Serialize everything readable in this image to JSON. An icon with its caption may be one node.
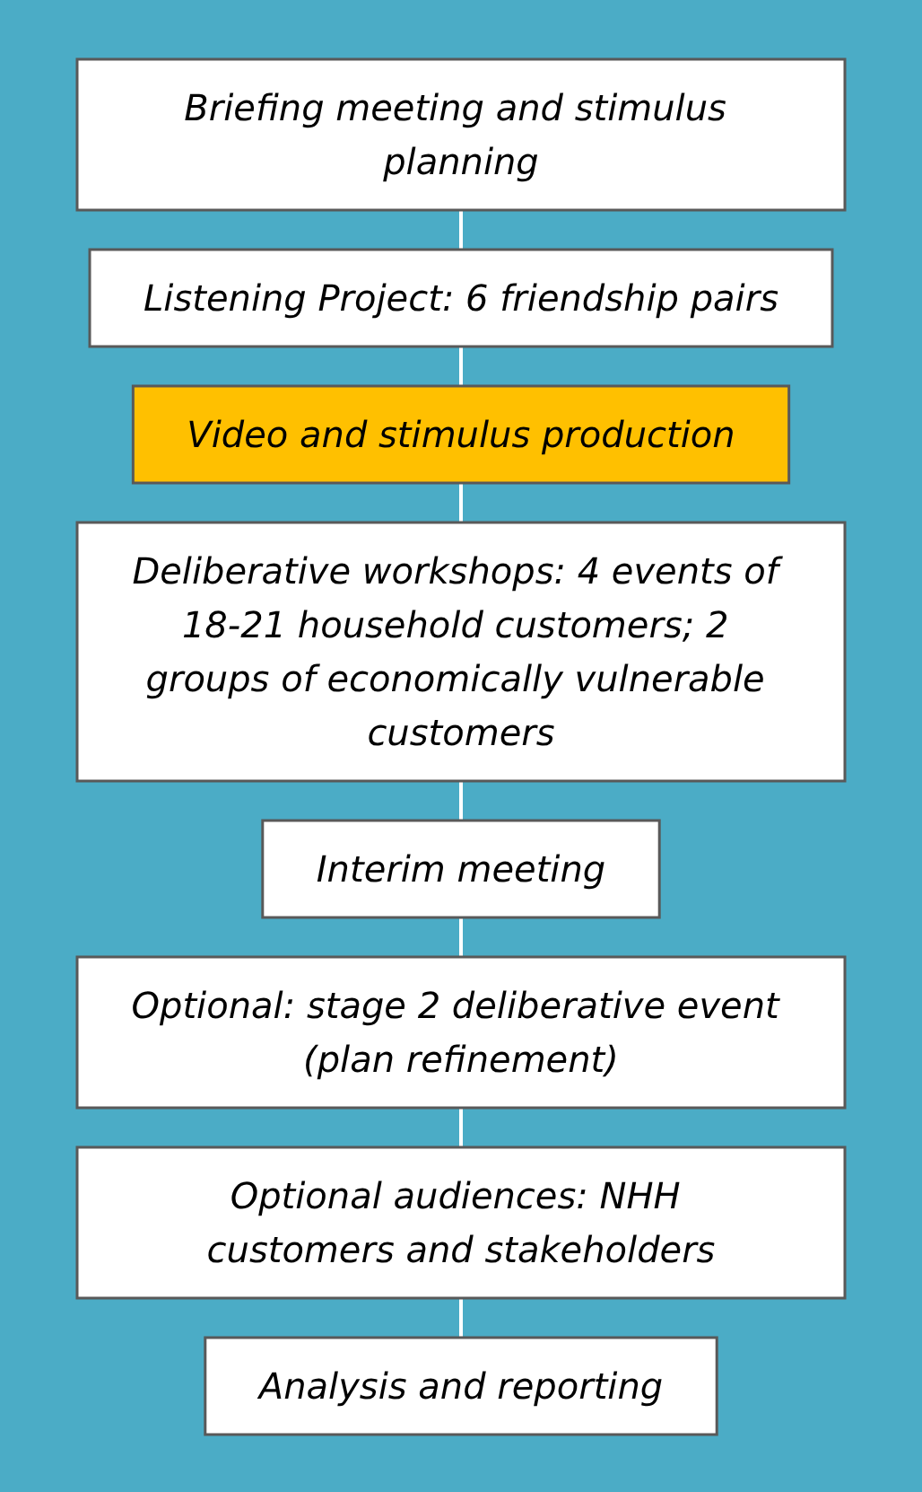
{
  "diagram": {
    "nodes": [
      {
        "text": [
          "Briefing meeting and stimulus planning"
        ]
      },
      {
        "text": [
          "Listening Project: 6 friendship pairs"
        ]
      },
      {
        "text": [
          "Video and stimulus production"
        ]
      },
      {
        "text": [
          "Deliberative workshops: 4 events of 18-21 household customers; 2 groups of economically vulnerable customers"
        ]
      },
      {
        "text": [
          "Interim meeting"
        ]
      },
      {
        "text": [
          "Optional: stage 2 deliberative event (plan refinement)"
        ]
      },
      {
        "text": [
          "Optional audiences: NHH customers and stakeholders"
        ]
      },
      {
        "text": [
          "Analysis and reporting"
        ]
      }
    ],
    "edges": [
      {
        "from": 0,
        "to": 1,
        "arrow": "none"
      },
      {
        "from": 1,
        "to": 2,
        "arrow": "none"
      },
      {
        "from": 2,
        "to": 3,
        "arrow": "none"
      },
      {
        "from": 3,
        "to": 4,
        "arrow": "none"
      },
      {
        "from": 4,
        "to": 5,
        "arrow": "none"
      },
      {
        "from": 5,
        "to": 6,
        "arrow": "none"
      },
      {
        "from": 6,
        "to": 7,
        "arrow": "none"
      }
    ]
  }
}
